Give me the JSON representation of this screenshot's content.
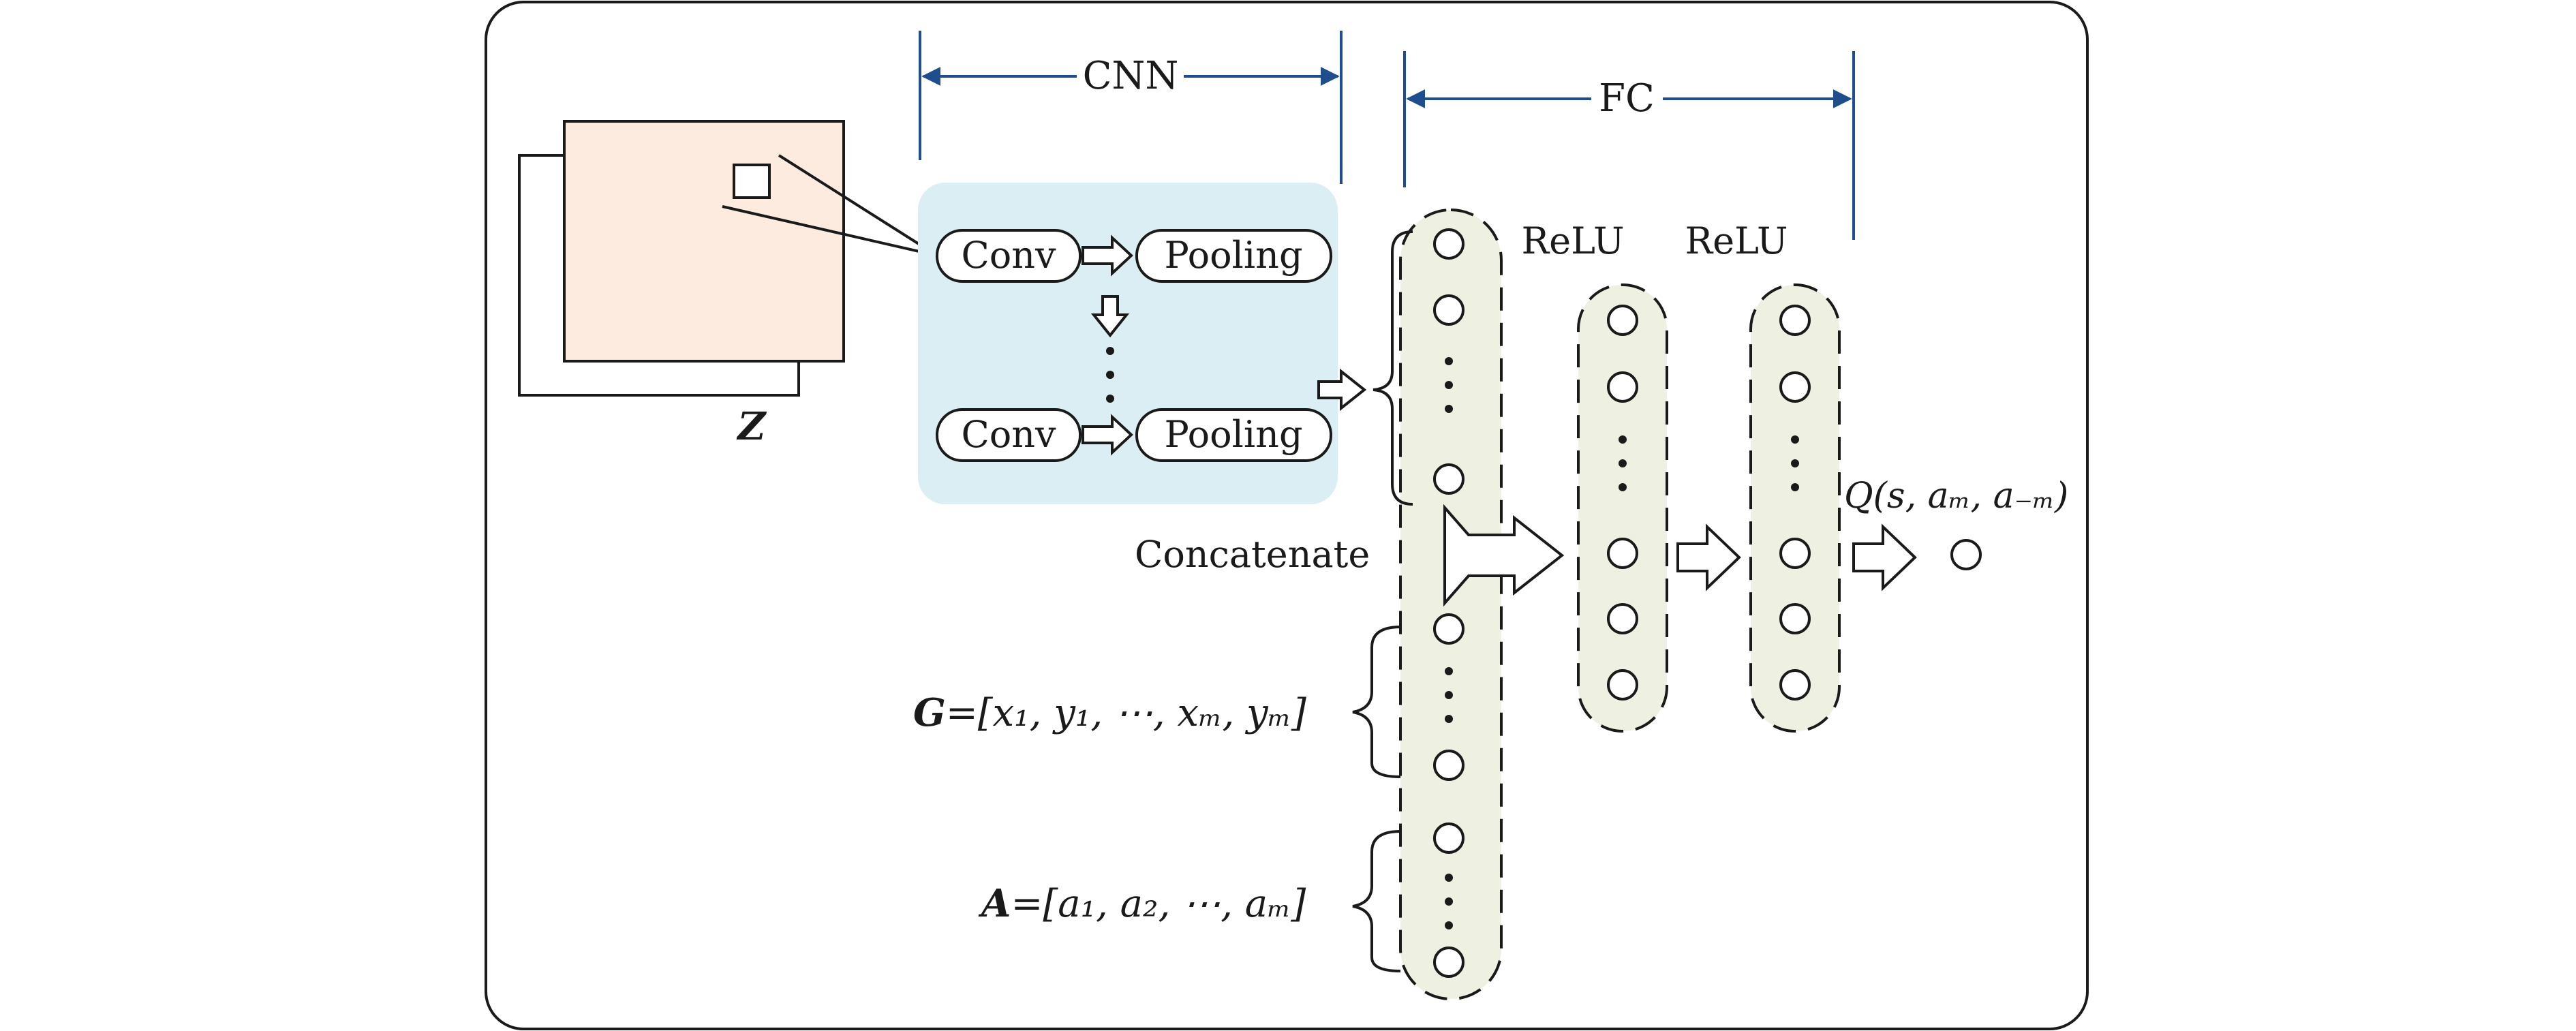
{
  "diagram": {
    "cnn_label": "CNN",
    "fc_label": "FC",
    "conv_label": "Conv",
    "pooling_label": "Pooling",
    "relu_label": "ReLU",
    "concatenate_label": "Concatenate",
    "z_label": "Z",
    "g_symbol": "G",
    "g_vector": "=[x₁, y₁, ⋯, xₘ, yₘ]",
    "a_symbol": "A",
    "a_vector": "=[a₁, a₂, ⋯, aₘ]",
    "q_output": "Q(s, aₘ, a₋ₘ)"
  },
  "colors": {
    "line": "#1a1a1a",
    "dimension_arrow": "#1f4e8c",
    "cnn_block": "#dbeef4",
    "input_map": "#fdebdf",
    "fc_column": "#eef1e1"
  }
}
